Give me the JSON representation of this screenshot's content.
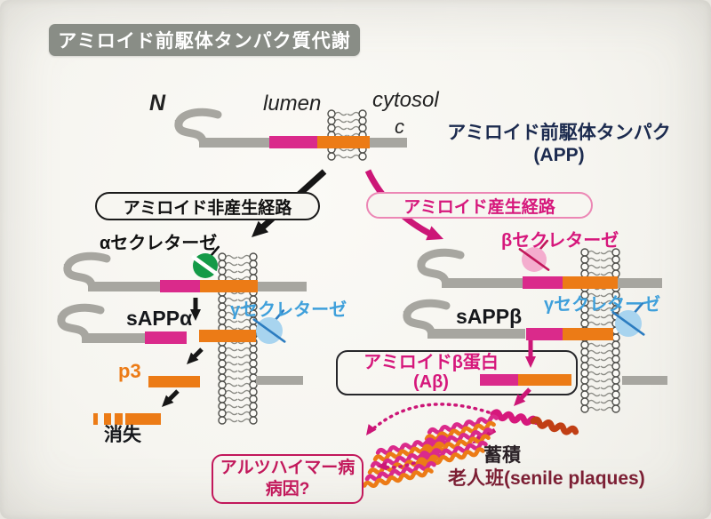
{
  "title": "アミロイド前駆体タンパク質代謝",
  "top_protein": {
    "n": "N",
    "lumen": "lumen",
    "cytosol": "cytosol",
    "c": "c",
    "name_line1": "アミロイド前駆体タンパク",
    "name_line2": "(APP)"
  },
  "pathways": {
    "non_amyloidogenic": "アミロイド非産生経路",
    "amyloidogenic": "アミロイド産生経路"
  },
  "enzymes": {
    "alpha": "αセクレターゼ",
    "beta": "βセクレターゼ",
    "gamma_left": "γセクレターゼ",
    "gamma_right": "γセクレターゼ"
  },
  "products": {
    "sapp_alpha": "sAPPα",
    "sapp_beta": "sAPPβ",
    "p3": "p3",
    "vanish": "消失",
    "abeta_line1": "アミロイドβ蛋白",
    "abeta_line2": "(Aβ)"
  },
  "outcomes": {
    "alzheimer_line1": "アルツハイマー病",
    "alzheimer_line2": "病因?",
    "accumulation": "蓄積",
    "senile_plaques": "老人班(senile plaques)"
  },
  "colors": {
    "background": "#f6f5f0",
    "title_bg": "#898d86",
    "title_text": "#ffffff",
    "protein_gray": "#a7a6a0",
    "segment_pink": "#da2a8b",
    "orange": "#ec7b16",
    "navy": "#1c2b4f",
    "black": "#161616",
    "magenta": "#d6187c",
    "arrow_magenta": "#cc1677",
    "light_blue": "#3fa0db",
    "blue_fill": "#a8d4ef",
    "blue_stroke": "#2b7cc0",
    "green": "#149a47",
    "pink_fill": "#f4adce",
    "crimson": "#c2185b",
    "dark_red": "#7c1f34",
    "accumulation_text": "#2b2227",
    "worm_red": "#c13f15",
    "membrane_head": "#4d4d49",
    "membrane_tail": "#8b8b85"
  }
}
